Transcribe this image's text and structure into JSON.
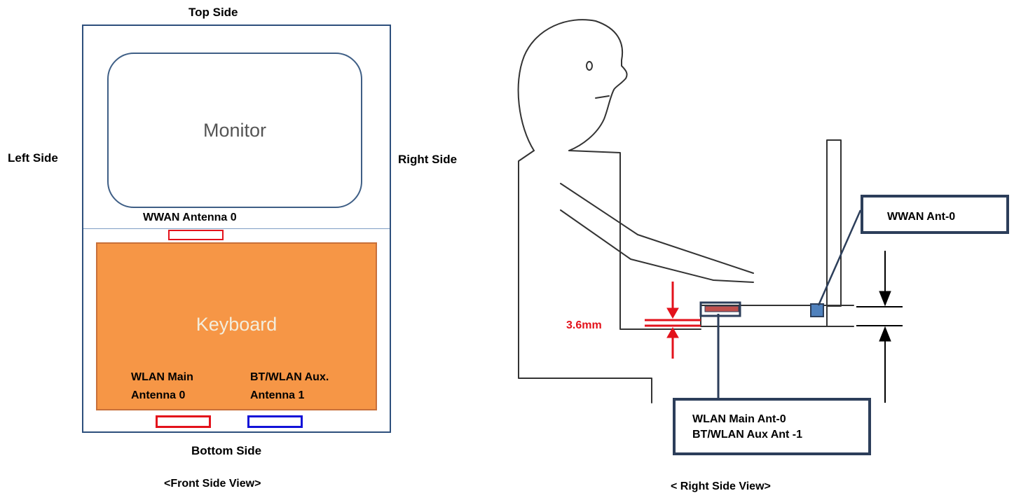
{
  "front_view": {
    "top_label": "Top Side",
    "left_label": "Left Side",
    "right_label": "Right Side",
    "bottom_label": "Bottom Side",
    "monitor_label": "Monitor",
    "keyboard_label": "Keyboard",
    "wwan_antenna_label": "WWAN Antenna 0",
    "wlan_main_label_line1": "WLAN Main",
    "wlan_main_label_line2": "Antenna 0",
    "bt_wlan_aux_label_line1": "BT/WLAN Aux.",
    "bt_wlan_aux_label_line2": "Antenna 1",
    "caption": "<Front Side View>"
  },
  "side_view": {
    "wwan_callout": "WWAN Ant-0",
    "wlan_callout_line1": "WLAN Main Ant-0",
    "wlan_callout_line2": "BT/WLAN Aux Ant -1",
    "gap_label": "3.6mm",
    "caption": "< Right Side View>"
  },
  "colors": {
    "frame": "#2d4f7c",
    "keyboard_fill": "#f69646",
    "wlan_main_antenna": "#e3121b",
    "bt_aux_antenna": "#1212d8",
    "dimension_red": "#e3121b",
    "callout_border": "#2c3e5a"
  }
}
